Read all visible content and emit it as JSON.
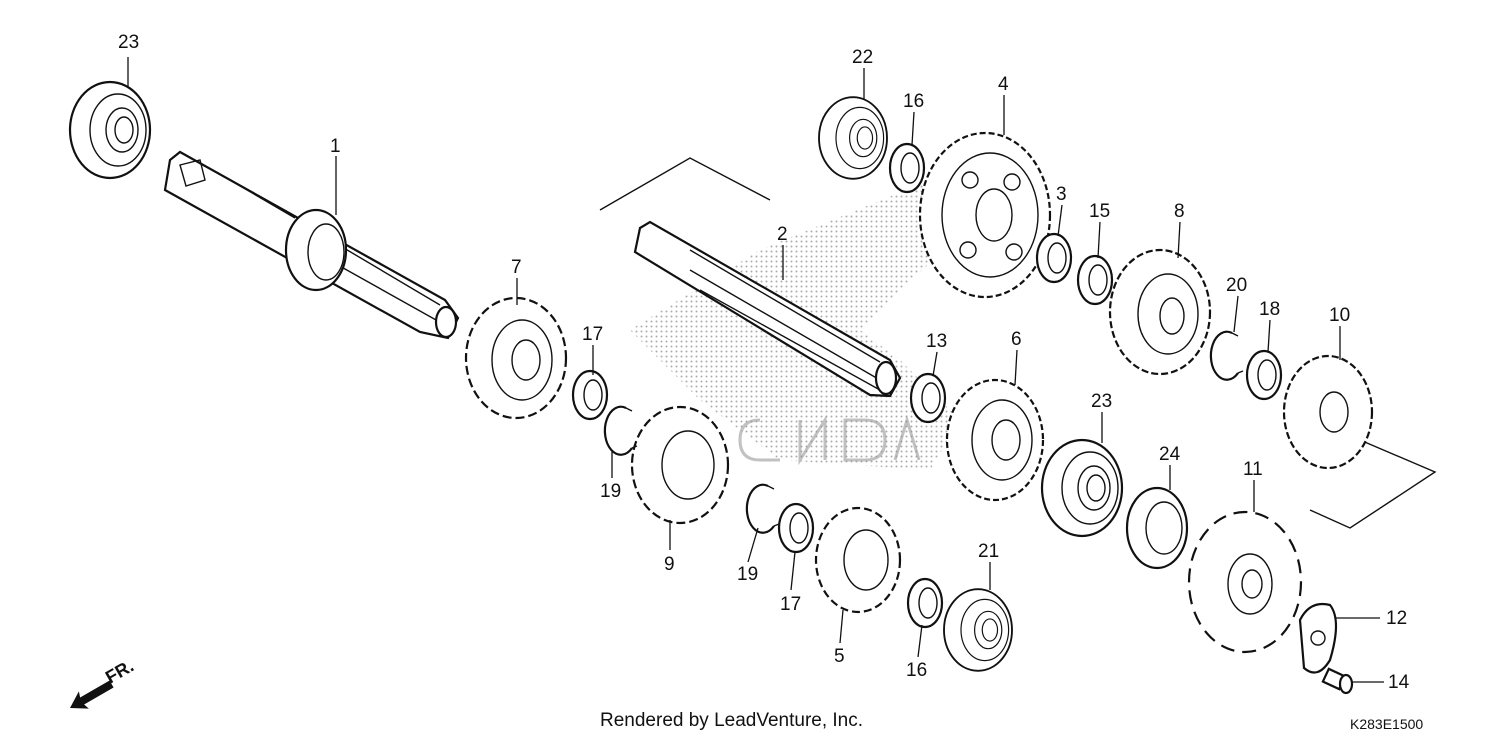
{
  "diagram": {
    "callouts": [
      {
        "id": "c23a",
        "label": "23"
      },
      {
        "id": "c1",
        "label": "1"
      },
      {
        "id": "c7",
        "label": "7"
      },
      {
        "id": "c17a",
        "label": "17"
      },
      {
        "id": "c19a",
        "label": "19"
      },
      {
        "id": "c9",
        "label": "9"
      },
      {
        "id": "c19b",
        "label": "19"
      },
      {
        "id": "c17b",
        "label": "17"
      },
      {
        "id": "c5",
        "label": "5"
      },
      {
        "id": "c16b",
        "label": "16"
      },
      {
        "id": "c21",
        "label": "21"
      },
      {
        "id": "c2",
        "label": "2"
      },
      {
        "id": "c22",
        "label": "22"
      },
      {
        "id": "c16a",
        "label": "16"
      },
      {
        "id": "c4",
        "label": "4"
      },
      {
        "id": "c3",
        "label": "3"
      },
      {
        "id": "c15",
        "label": "15"
      },
      {
        "id": "c8",
        "label": "8"
      },
      {
        "id": "c20",
        "label": "20"
      },
      {
        "id": "c18",
        "label": "18"
      },
      {
        "id": "c10",
        "label": "10"
      },
      {
        "id": "c13",
        "label": "13"
      },
      {
        "id": "c6",
        "label": "6"
      },
      {
        "id": "c23b",
        "label": "23"
      },
      {
        "id": "c24",
        "label": "24"
      },
      {
        "id": "c11",
        "label": "11"
      },
      {
        "id": "c12",
        "label": "12"
      },
      {
        "id": "c14",
        "label": "14"
      }
    ],
    "direction_label": "FR."
  },
  "footer": {
    "credit": "Rendered by LeadVenture, Inc.",
    "code": "K283E1500"
  }
}
